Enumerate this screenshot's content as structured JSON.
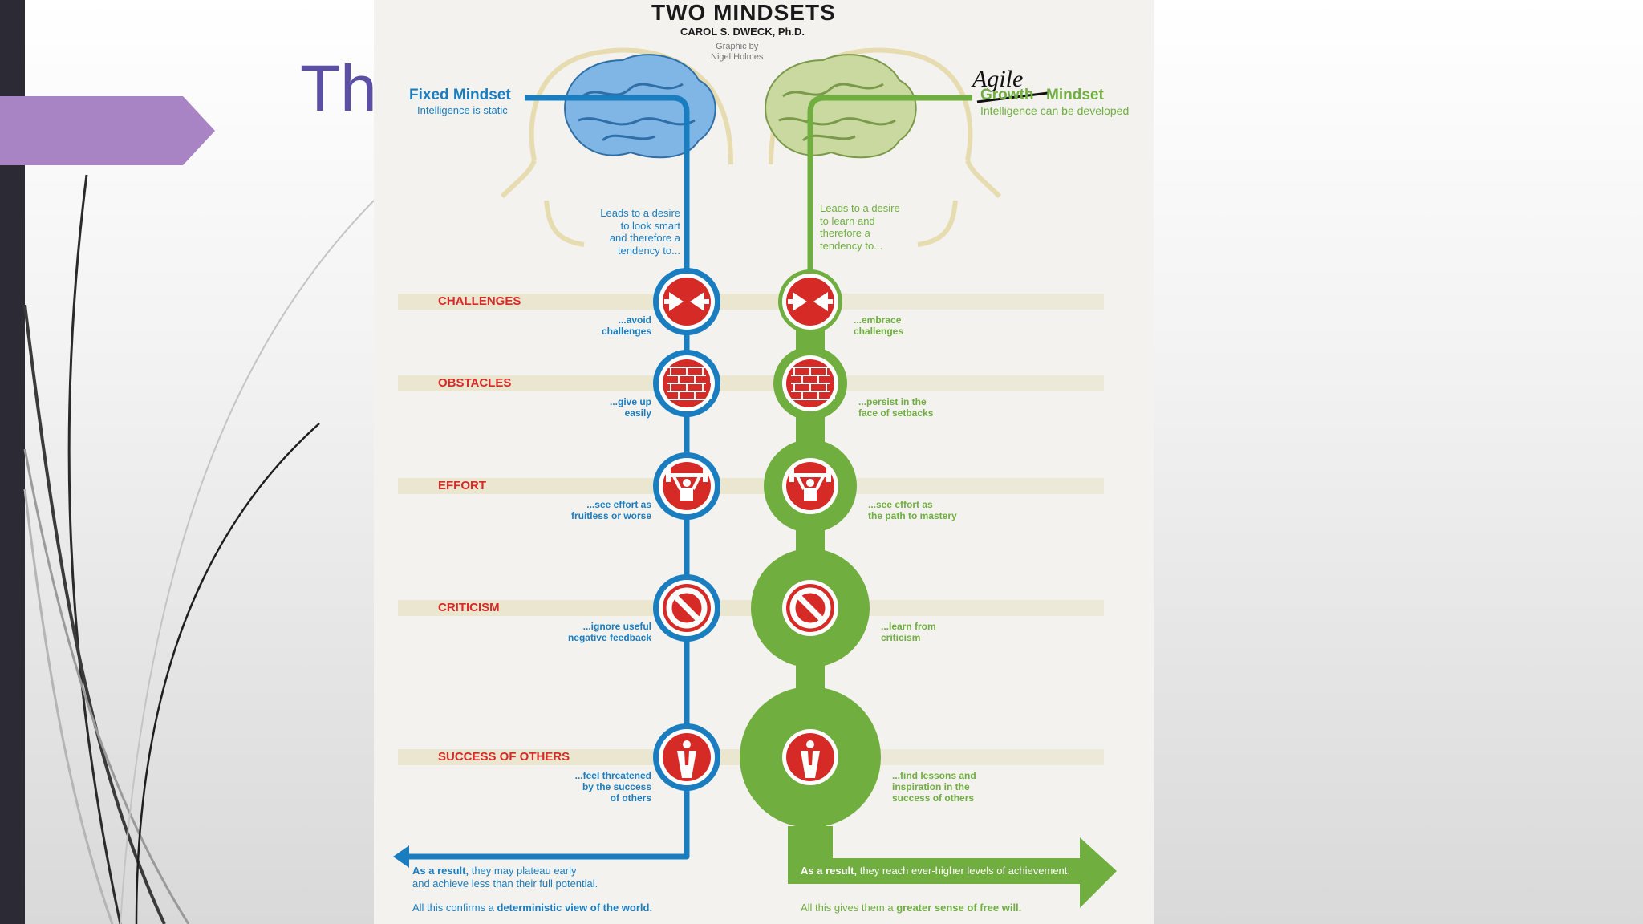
{
  "slide": {
    "title": "Th"
  },
  "infographic": {
    "title": "TWO MINDSETS",
    "author": "CAROL S. DWECK, Ph.D.",
    "credit": "Graphic by\nNigel Holmes",
    "fixed": {
      "label": "Fixed Mindset",
      "sublabel": "Intelligence is static",
      "leads": "Leads to a desire\nto look smart\nand therefore a\ntendency to...",
      "result_lead": "As a result,",
      "result_text": " they may plateau early",
      "result_line2": "and achieve less than their full potential.",
      "conclusion_prefix": "All this confirms a ",
      "conclusion_bold": "deterministic view of the world."
    },
    "growth": {
      "label_struck": "Growth",
      "handwritten_label": "Agile",
      "label": "Mindset",
      "sublabel": "Intelligence can be developed",
      "leads": "Leads to a desire\nto learn and\ntherefore a\ntendency to...",
      "result_lead": "As a result,",
      "result_text": " they reach ever-higher levels of achievement.",
      "conclusion_prefix": "All this gives them a ",
      "conclusion_bold": "greater sense of free will."
    },
    "rows": [
      {
        "category": "CHALLENGES",
        "icon": "arrows-collide-icon",
        "fixed": "...avoid\nchallenges",
        "growth": "...embrace\nchallenges"
      },
      {
        "category": "OBSTACLES",
        "icon": "brick-wall-icon",
        "fixed": "...give up\neasily",
        "growth": "...persist in the\nface of setbacks"
      },
      {
        "category": "EFFORT",
        "icon": "weightlifter-icon",
        "fixed": "...see effort as\nfruitless or worse",
        "growth": "...see effort as\nthe path to mastery"
      },
      {
        "category": "CRITICISM",
        "icon": "no-sign-icon",
        "fixed": "...ignore useful\nnegative feedback",
        "growth": "...learn from\ncriticism"
      },
      {
        "category": "SUCCESS OF OTHERS",
        "icon": "person-figure-icon",
        "fixed": "...feel threatened\nby the success\nof others",
        "growth": "...find lessons and\ninspiration in the\nsuccess of others"
      }
    ],
    "colors": {
      "fixed": "#1a7dbf",
      "growth": "#6fae3f",
      "icon": "#d62a27",
      "band": "#e8e2c8",
      "title_bar": "#5b4fa3",
      "chevron": "#a984c4"
    }
  }
}
